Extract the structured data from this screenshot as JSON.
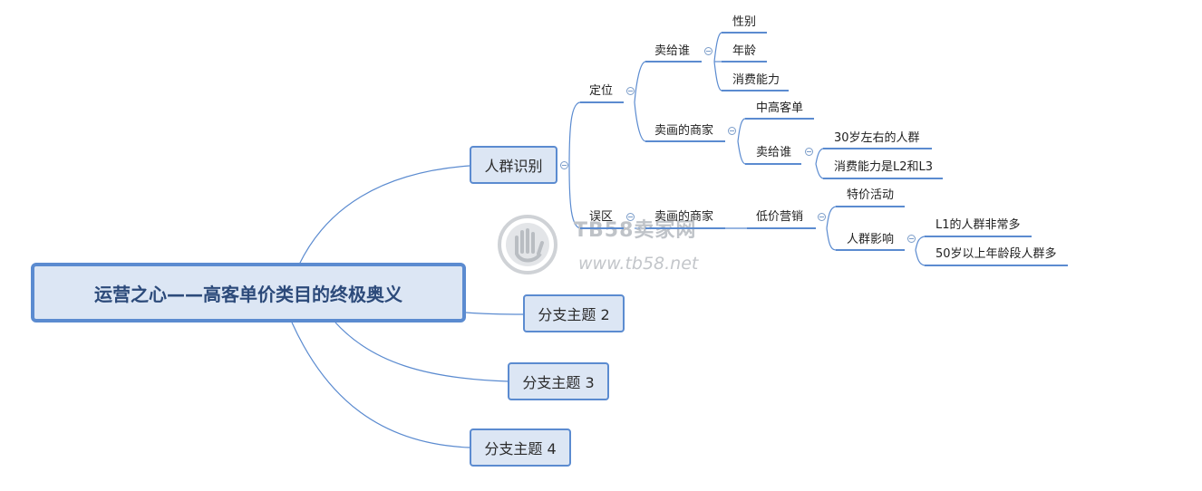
{
  "root": {
    "label": "运营之心——高客单价类目的终极奥义"
  },
  "branches": [
    {
      "label": "人群识别"
    },
    {
      "label": "分支主题 2"
    },
    {
      "label": "分支主题 3"
    },
    {
      "label": "分支主题 4"
    }
  ],
  "topics": {
    "dingwei": "定位",
    "maigeishui1": "卖给谁",
    "xingbie": "性别",
    "nianling": "年龄",
    "xiaofeinengli": "消费能力",
    "maihua1": "卖画的商家",
    "zhonggao": "中高客单",
    "maigeishui2": "卖给谁",
    "renqun30": "30岁左右的人群",
    "l2l3": "消费能力是L2和L3",
    "wuqu": "误区",
    "maihua2": "卖画的商家",
    "dijia": "低价营销",
    "tejia": "特价活动",
    "renqunyingxiang": "人群影响",
    "l1": "L1的人群非常多",
    "age50": "50岁以上年龄段人群多"
  },
  "watermark": {
    "brand": "TB58卖家网",
    "url": "www.tb58.net"
  },
  "colors": {
    "accent": "#5b8bd0",
    "fill": "#dce6f4",
    "connector": "#5b8bd0"
  }
}
